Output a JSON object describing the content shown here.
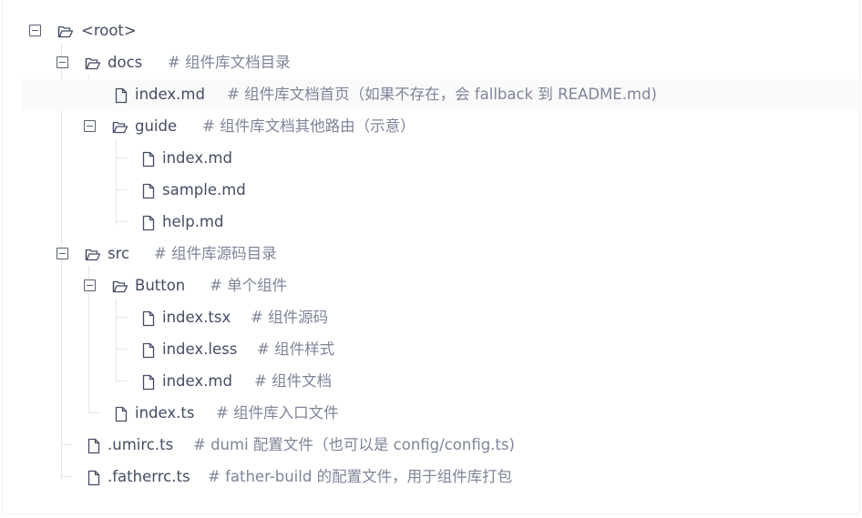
{
  "tree": {
    "rows": [
      {
        "name": "<root>",
        "comment": "",
        "type": "folder",
        "depth": 0,
        "expanded": true
      },
      {
        "name": "docs",
        "comment": "# 组件库文档目录",
        "type": "folder",
        "depth": 1,
        "expanded": true
      },
      {
        "name": "index.md",
        "comment": "# 组件库文档首页（如果不存在，会 fallback 到 README.md)",
        "type": "file",
        "depth": 2,
        "hovered": true
      },
      {
        "name": "guide",
        "comment": "# 组件库文档其他路由（示意）",
        "type": "folder",
        "depth": 2,
        "expanded": true
      },
      {
        "name": "index.md",
        "comment": "",
        "type": "file",
        "depth": 3
      },
      {
        "name": "sample.md",
        "comment": "",
        "type": "file",
        "depth": 3
      },
      {
        "name": "help.md",
        "comment": "",
        "type": "file",
        "depth": 3
      },
      {
        "name": "src",
        "comment": "# 组件库源码目录",
        "type": "folder",
        "depth": 1,
        "expanded": true
      },
      {
        "name": "Button",
        "comment": "# 单个组件",
        "type": "folder",
        "depth": 2,
        "expanded": true
      },
      {
        "name": "index.tsx",
        "comment": "# 组件源码",
        "type": "file",
        "depth": 3
      },
      {
        "name": "index.less",
        "comment": "# 组件样式",
        "type": "file",
        "depth": 3
      },
      {
        "name": "index.md",
        "comment": "# 组件文档",
        "type": "file",
        "depth": 3
      },
      {
        "name": "index.ts",
        "comment": "# 组件库入口文件",
        "type": "file",
        "depth": 2
      },
      {
        "name": ".umirc.ts",
        "comment": "# dumi 配置文件（也可以是 config/config.ts)",
        "type": "file",
        "depth": 1
      },
      {
        "name": ".fatherrc.ts",
        "comment": "# father-build 的配置文件，用于组件库打包",
        "type": "file",
        "depth": 1
      }
    ]
  },
  "colors": {
    "text": "#454d64",
    "comment": "#7f8599",
    "guide": "#e4e6ec",
    "hover": "#fafafb",
    "border": "#ebedf1"
  },
  "icons": {
    "folder": "folder-open-icon",
    "file": "file-icon",
    "toggle": "collapse-square-icon"
  }
}
